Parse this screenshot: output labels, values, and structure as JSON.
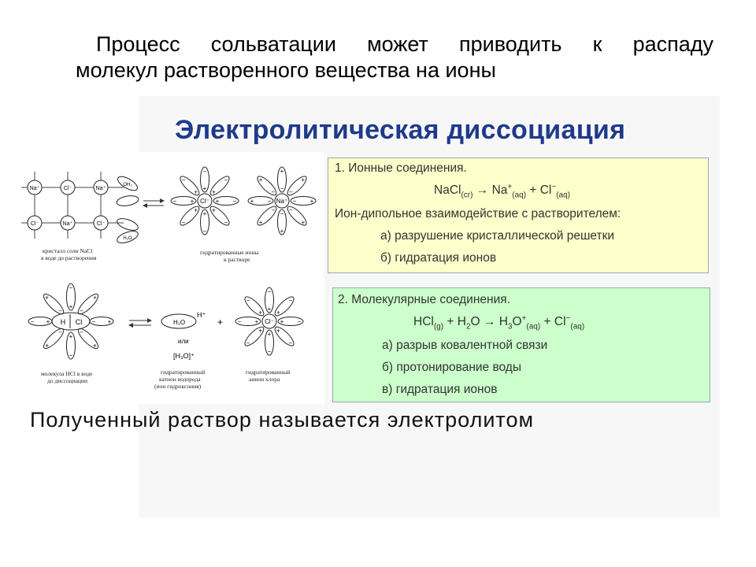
{
  "intro": {
    "line1": "Процесс сольватации может приводить к распаду",
    "line2": "молекул растворенного вещества на ионы"
  },
  "title": "Электролитическая диссоциация",
  "figure": {
    "captions": {
      "crystal": [
        "кристалл соли NaCl",
        "в воде до растворения"
      ],
      "hydrated_ions": [
        "гидратированные ионы",
        "в растворе"
      ],
      "hcl_molecule": [
        "молекула HCl в воде",
        "до диссоциации"
      ],
      "hydrated_cation": [
        "гидратированный",
        "катион водорода",
        "(ион гидроксония)"
      ],
      "hydrated_anion": [
        "гидратированный",
        "анион хлора"
      ]
    },
    "labels": {
      "na": "Na⁺",
      "cl": "Cl⁻",
      "h": "H",
      "cl_plain": "Cl",
      "h2o": "H₂O",
      "oh": "OH₂",
      "hplus": "H⁺",
      "or": "или",
      "h3o": "[H₃O]⁺",
      "plus": "+",
      "minus": "−"
    }
  },
  "box1": {
    "heading": "1. Ионные соединения.",
    "equation": {
      "lhs": "NaCl",
      "lhs_state": "(cr)",
      "arrow": "→",
      "p1": "Na",
      "p1_charge": "+",
      "p1_state": "(aq)",
      "plus": "+",
      "p2": "Cl",
      "p2_charge": "−",
      "p2_state": "(aq)"
    },
    "subtitle": "Ион-дипольное взаимодействие с растворителем:",
    "item_a": "а) разрушение кристаллической решетки",
    "item_b": "б) гидратация ионов"
  },
  "box2": {
    "heading": "2. Молекулярные соединения.",
    "equation": {
      "r1": "HCl",
      "r1_state": "(g)",
      "plus1": "+",
      "r2a": "H",
      "r2_sub": "2",
      "r2b": "O",
      "arrow": "→",
      "p1a": "H",
      "p1_sub": "3",
      "p1b": "O",
      "p1_charge": "+",
      "p1_state": "(aq)",
      "plus2": "+",
      "p2": "Cl",
      "p2_charge": "−",
      "p2_state": "(aq)"
    },
    "item_a": "а) разрыв ковалентной связи",
    "item_b": "б) протонирование воды",
    "item_c": "в) гидратация ионов"
  },
  "conclusion": "Полученный раствор называется электролитом",
  "colors": {
    "title": "#1f3a8a",
    "box1_bg": "#ffffcc",
    "box2_bg": "#ccffcc",
    "text": "#333333"
  }
}
